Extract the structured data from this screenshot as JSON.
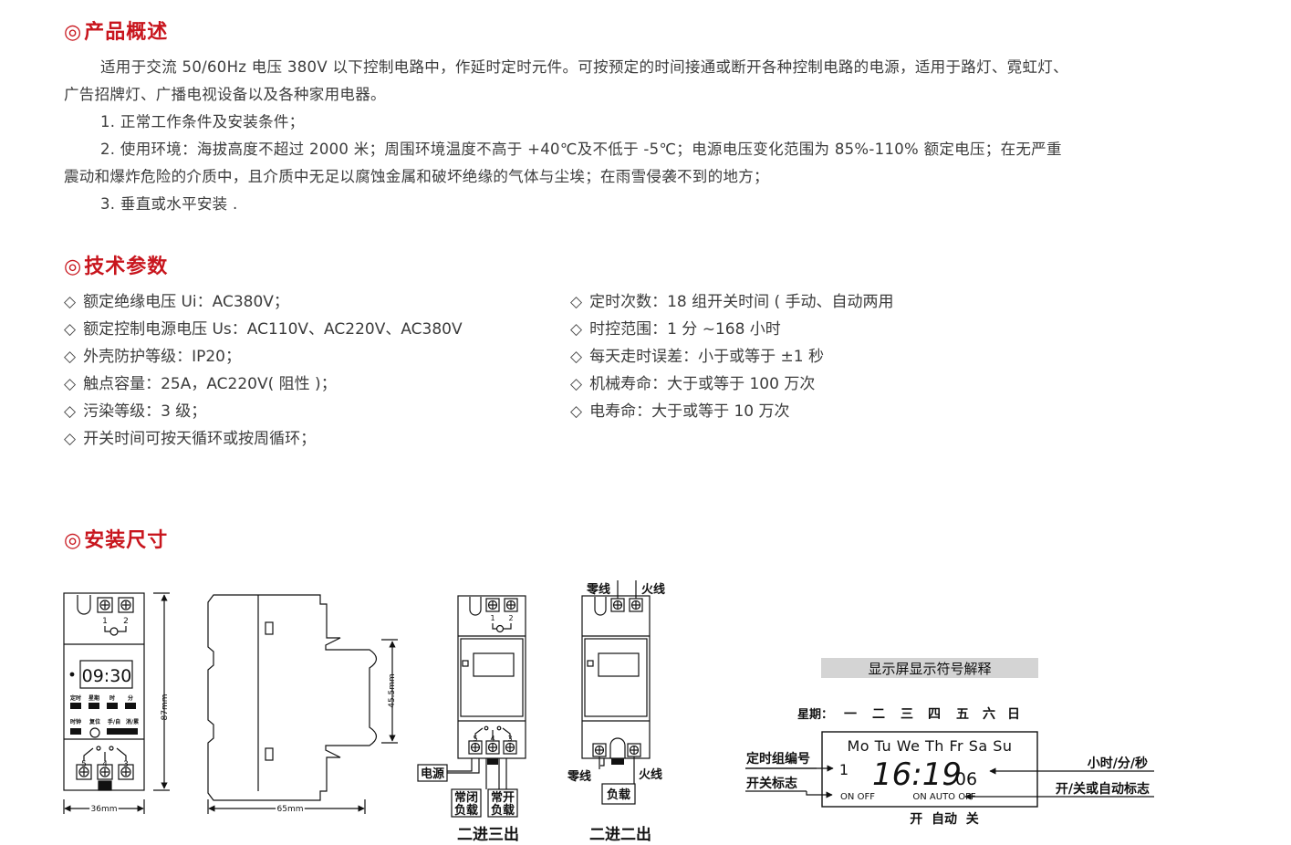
{
  "sections": {
    "overview_mark": "◎",
    "overview_title": "产品概述",
    "tech_mark": "◎",
    "tech_title": "技术参数",
    "install_mark": "◎",
    "install_title": "安装尺寸"
  },
  "overview": {
    "line1": "适用于交流 50/60Hz 电压 380V 以下控制电路中，作延时定时元件。可按预定的时间接通或断开各种控制电路的电源，适用于路灯、霓虹灯、",
    "line2": "广告招牌灯、广播电视设备以及各种家用电器。",
    "item1": "1. 正常工作条件及安装条件；",
    "item2a": "2. 使用环境：海拔高度不超过 2000 米；周围环境温度不高于 +40℃及不低于 -5℃；电源电压变化范围为 85%-110% 额定电压；在无严重",
    "item2b": "震动和爆炸危险的介质中，且介质中无足以腐蚀金属和破坏绝缘的气体与尘埃；在雨雪侵袭不到的地方；",
    "item3": "3. 垂直或水平安装 ."
  },
  "params_bullet": "◇",
  "params_left": [
    "额定绝缘电压 Ui：AC380V；",
    "额定控制电源电压 Us：AC110V、AC220V、AC380V",
    "外壳防护等级：IP20；",
    "触点容量：25A，AC220V( 阻性 )；",
    "污染等级：3 级；",
    "开关时间可按天循环或按周循环；"
  ],
  "params_right": [
    "定时次数：18 组开关时间 ( 手动、自动两用",
    "时控范围：1 分 ~168 小时",
    "每天走时误差：小于或等于 ±1 秒",
    "机械寿命：大于或等于 100 万次",
    "电寿命：大于或等于 10 万次"
  ],
  "drawing": {
    "front": {
      "display": "09:30",
      "term_top_1": "1",
      "term_top_2": "2",
      "btn_row1": [
        "定时",
        "星期",
        "时",
        "分"
      ],
      "btn_row2": [
        "时钟",
        "复位",
        "手/自",
        "消/累"
      ],
      "term_bot_5": "5",
      "term_bot_4": "4",
      "term_bot_3": "3",
      "dim_height": "87mm",
      "dim_width": "36mm"
    },
    "side": {
      "dim_width": "65mm",
      "dim_height": "45.5mm"
    },
    "wiring_a": {
      "term_1": "1",
      "term_2": "2",
      "term_5": "5",
      "term_4": "4",
      "term_3": "3",
      "label_power": "电源",
      "label_nc_1": "常闭",
      "label_nc_2": "负载",
      "label_no_1": "常开",
      "label_no_2": "负载",
      "caption": "二进三出"
    },
    "wiring_b": {
      "label_neutral_top": "零线",
      "label_live_top": "火线",
      "label_neutral_bot": "零线",
      "label_live_bot": "火线",
      "label_load": "负载",
      "caption": "二进二出"
    }
  },
  "legend": {
    "title": "显示屏显示符号解释",
    "week_label": "星期：",
    "week_days": [
      "一",
      "二",
      "三",
      "四",
      "五",
      "六",
      "日"
    ],
    "screen_days": "Mo Tu We Th Fr Sa Su",
    "group_num": "1",
    "time_main": "16:19",
    "time_sec": "06",
    "on_off": "ON OFF",
    "on_auto_off": "ON AUTO OFF",
    "label_group": "定时组编号",
    "label_switch": "开关标志",
    "label_hms": "小时/分/秒",
    "label_mode": "开/关或自动标志",
    "bottom_labels": "开  自动  关"
  }
}
